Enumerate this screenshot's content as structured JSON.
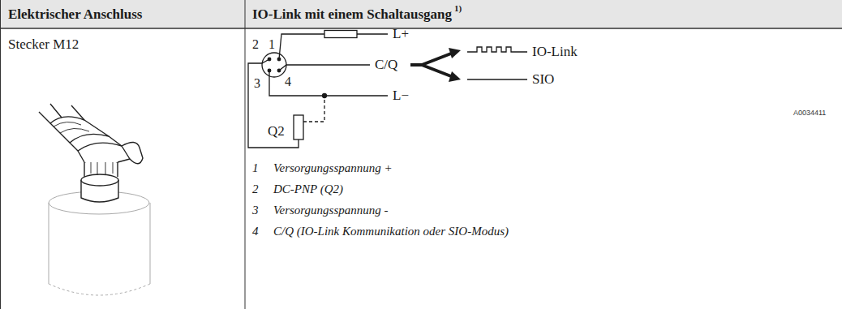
{
  "diagram": {
    "labels": [
      "Elektrischer Anschluss",
      "IO-Link mit einem Schaltausgang",
      "1)",
      "Stecker M12",
      "2",
      "1",
      "3",
      "4",
      "L+",
      "C/Q",
      "IO-Link",
      "SIO",
      "L−",
      "Q2",
      "A0034411",
      "1",
      "Versorgungsspannung +",
      "2",
      "DC-PNP (Q2)",
      "3",
      "Versorgungsspannung -",
      "4",
      "C/Q (IO-Link Kommunikation oder SIO-Modus)"
    ]
  }
}
